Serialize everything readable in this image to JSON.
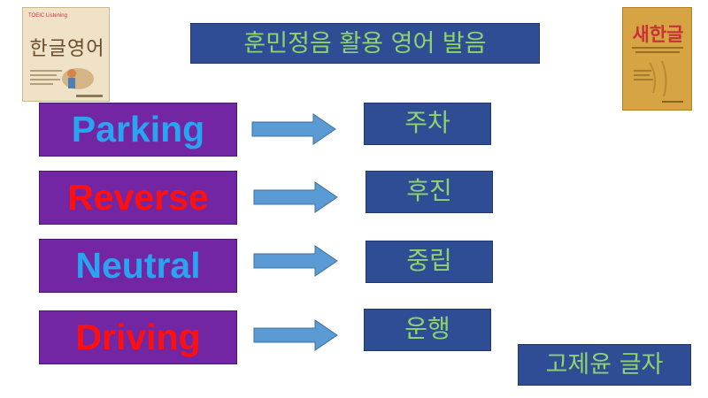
{
  "title": "훈민정음 활용 영어 발음",
  "credit": "고제윤 글자",
  "rows": [
    {
      "english": "Parking",
      "english_color": "#29a4f0",
      "korean": "주차"
    },
    {
      "english": "Reverse",
      "english_color": "#ff1010",
      "korean": "후진"
    },
    {
      "english": "Neutral",
      "english_color": "#29a4f0",
      "korean": "중립"
    },
    {
      "english": "Driving",
      "english_color": "#ff1010",
      "korean": "운행"
    }
  ],
  "books": {
    "left": {
      "subtitle": "TOEIC Listening",
      "title": "한글영어"
    },
    "right": {
      "title": "새한글"
    }
  },
  "icons": {
    "arrow": "right-arrow-icon"
  }
}
